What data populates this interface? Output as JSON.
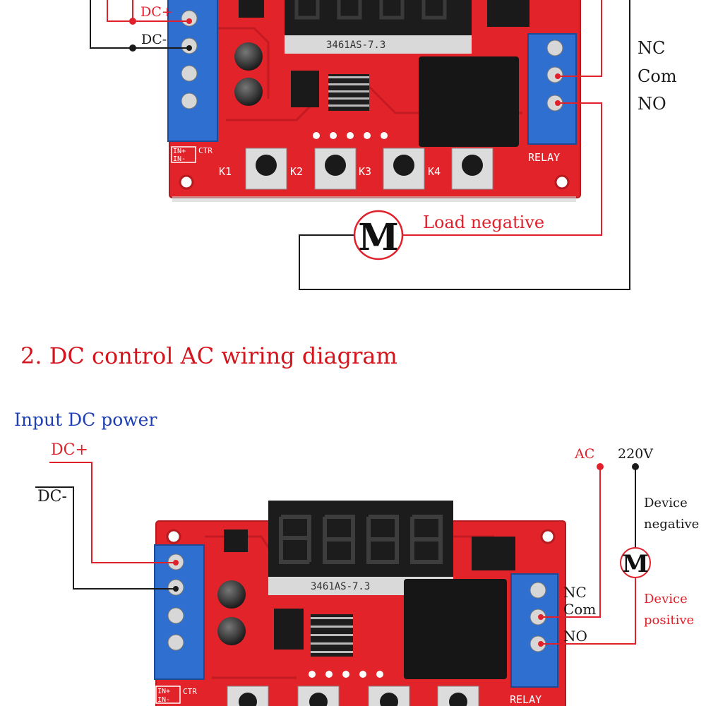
{
  "section_title": "2. DC control AC wiring diagram",
  "diagram1": {
    "dc_plus": "DC+",
    "dc_minus": "DC-",
    "nc": "NC",
    "com": "Com",
    "no": "NO",
    "load_negative": "Load negative",
    "motor": "M",
    "display_part": "3461AS-7.3",
    "relay": "RELAY",
    "ctr": "CTR",
    "in_plus": "IN+",
    "in_minus": "IN-",
    "keys": [
      "K1",
      "K2",
      "K3",
      "K4"
    ]
  },
  "diagram2": {
    "input_power": "Input DC power",
    "dc_plus": "DC+",
    "dc_minus": "DC-",
    "ac": "AC",
    "voltage": "220V",
    "device_negative_1": "Device",
    "device_negative_2": "negative",
    "device_positive_1": "Device",
    "device_positive_2": "positive",
    "nc": "NC",
    "com": "Com",
    "no": "NO",
    "motor": "M",
    "display_part": "3461AS-7.3",
    "relay": "RELAY",
    "ctr": "CTR",
    "in_plus": "IN+",
    "in_minus": "IN-"
  },
  "colors": {
    "red_wire": "#e0202a",
    "black_wire": "#1a1a1a",
    "title_red": "#d4141c",
    "blue_text": "#1f3fb4",
    "board_red": "#e3232a",
    "terminal_blue": "#2f6fcf"
  }
}
